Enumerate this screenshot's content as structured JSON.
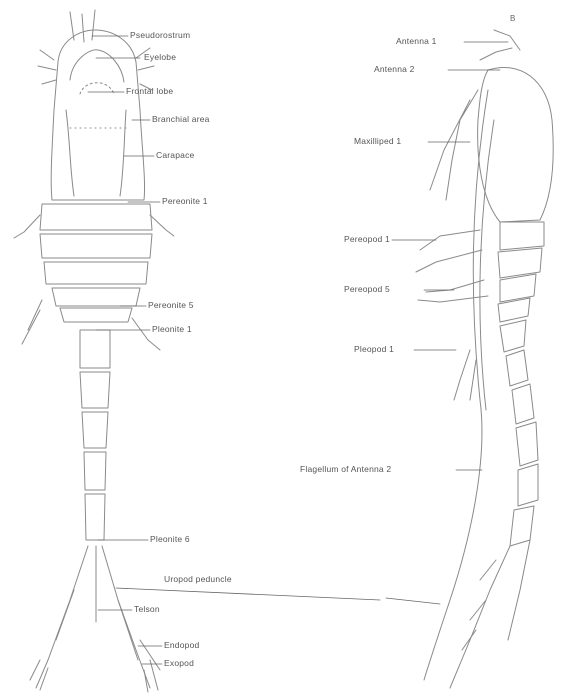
{
  "figure_letter": "B",
  "left_figure": {
    "labels": {
      "pseudorostrum": "Pseudorostrum",
      "eyelobe": "Eyelobe",
      "frontal_lobe": "Frontal lobe",
      "branchial_area": "Branchial area",
      "carapace": "Carapace",
      "pereonite1": "Pereonite 1",
      "pereonite5": "Pereonite 5",
      "pleonite1": "Pleonite 1",
      "pleonite6": "Pleonite 6",
      "uropod_peduncle": "Uropod peduncle",
      "telson": "Telson",
      "endopod": "Endopod",
      "exopod": "Exopod"
    }
  },
  "right_figure": {
    "labels": {
      "antenna1": "Antenna 1",
      "antenna2": "Antenna 2",
      "maxilliped": "Maxilliped 1",
      "pereopod1": "Pereopod 1",
      "pereopod5": "Pereopod 5",
      "pleopod1": "Pleopod 1",
      "flagellum": "Flagellum of Antenna 2"
    }
  }
}
